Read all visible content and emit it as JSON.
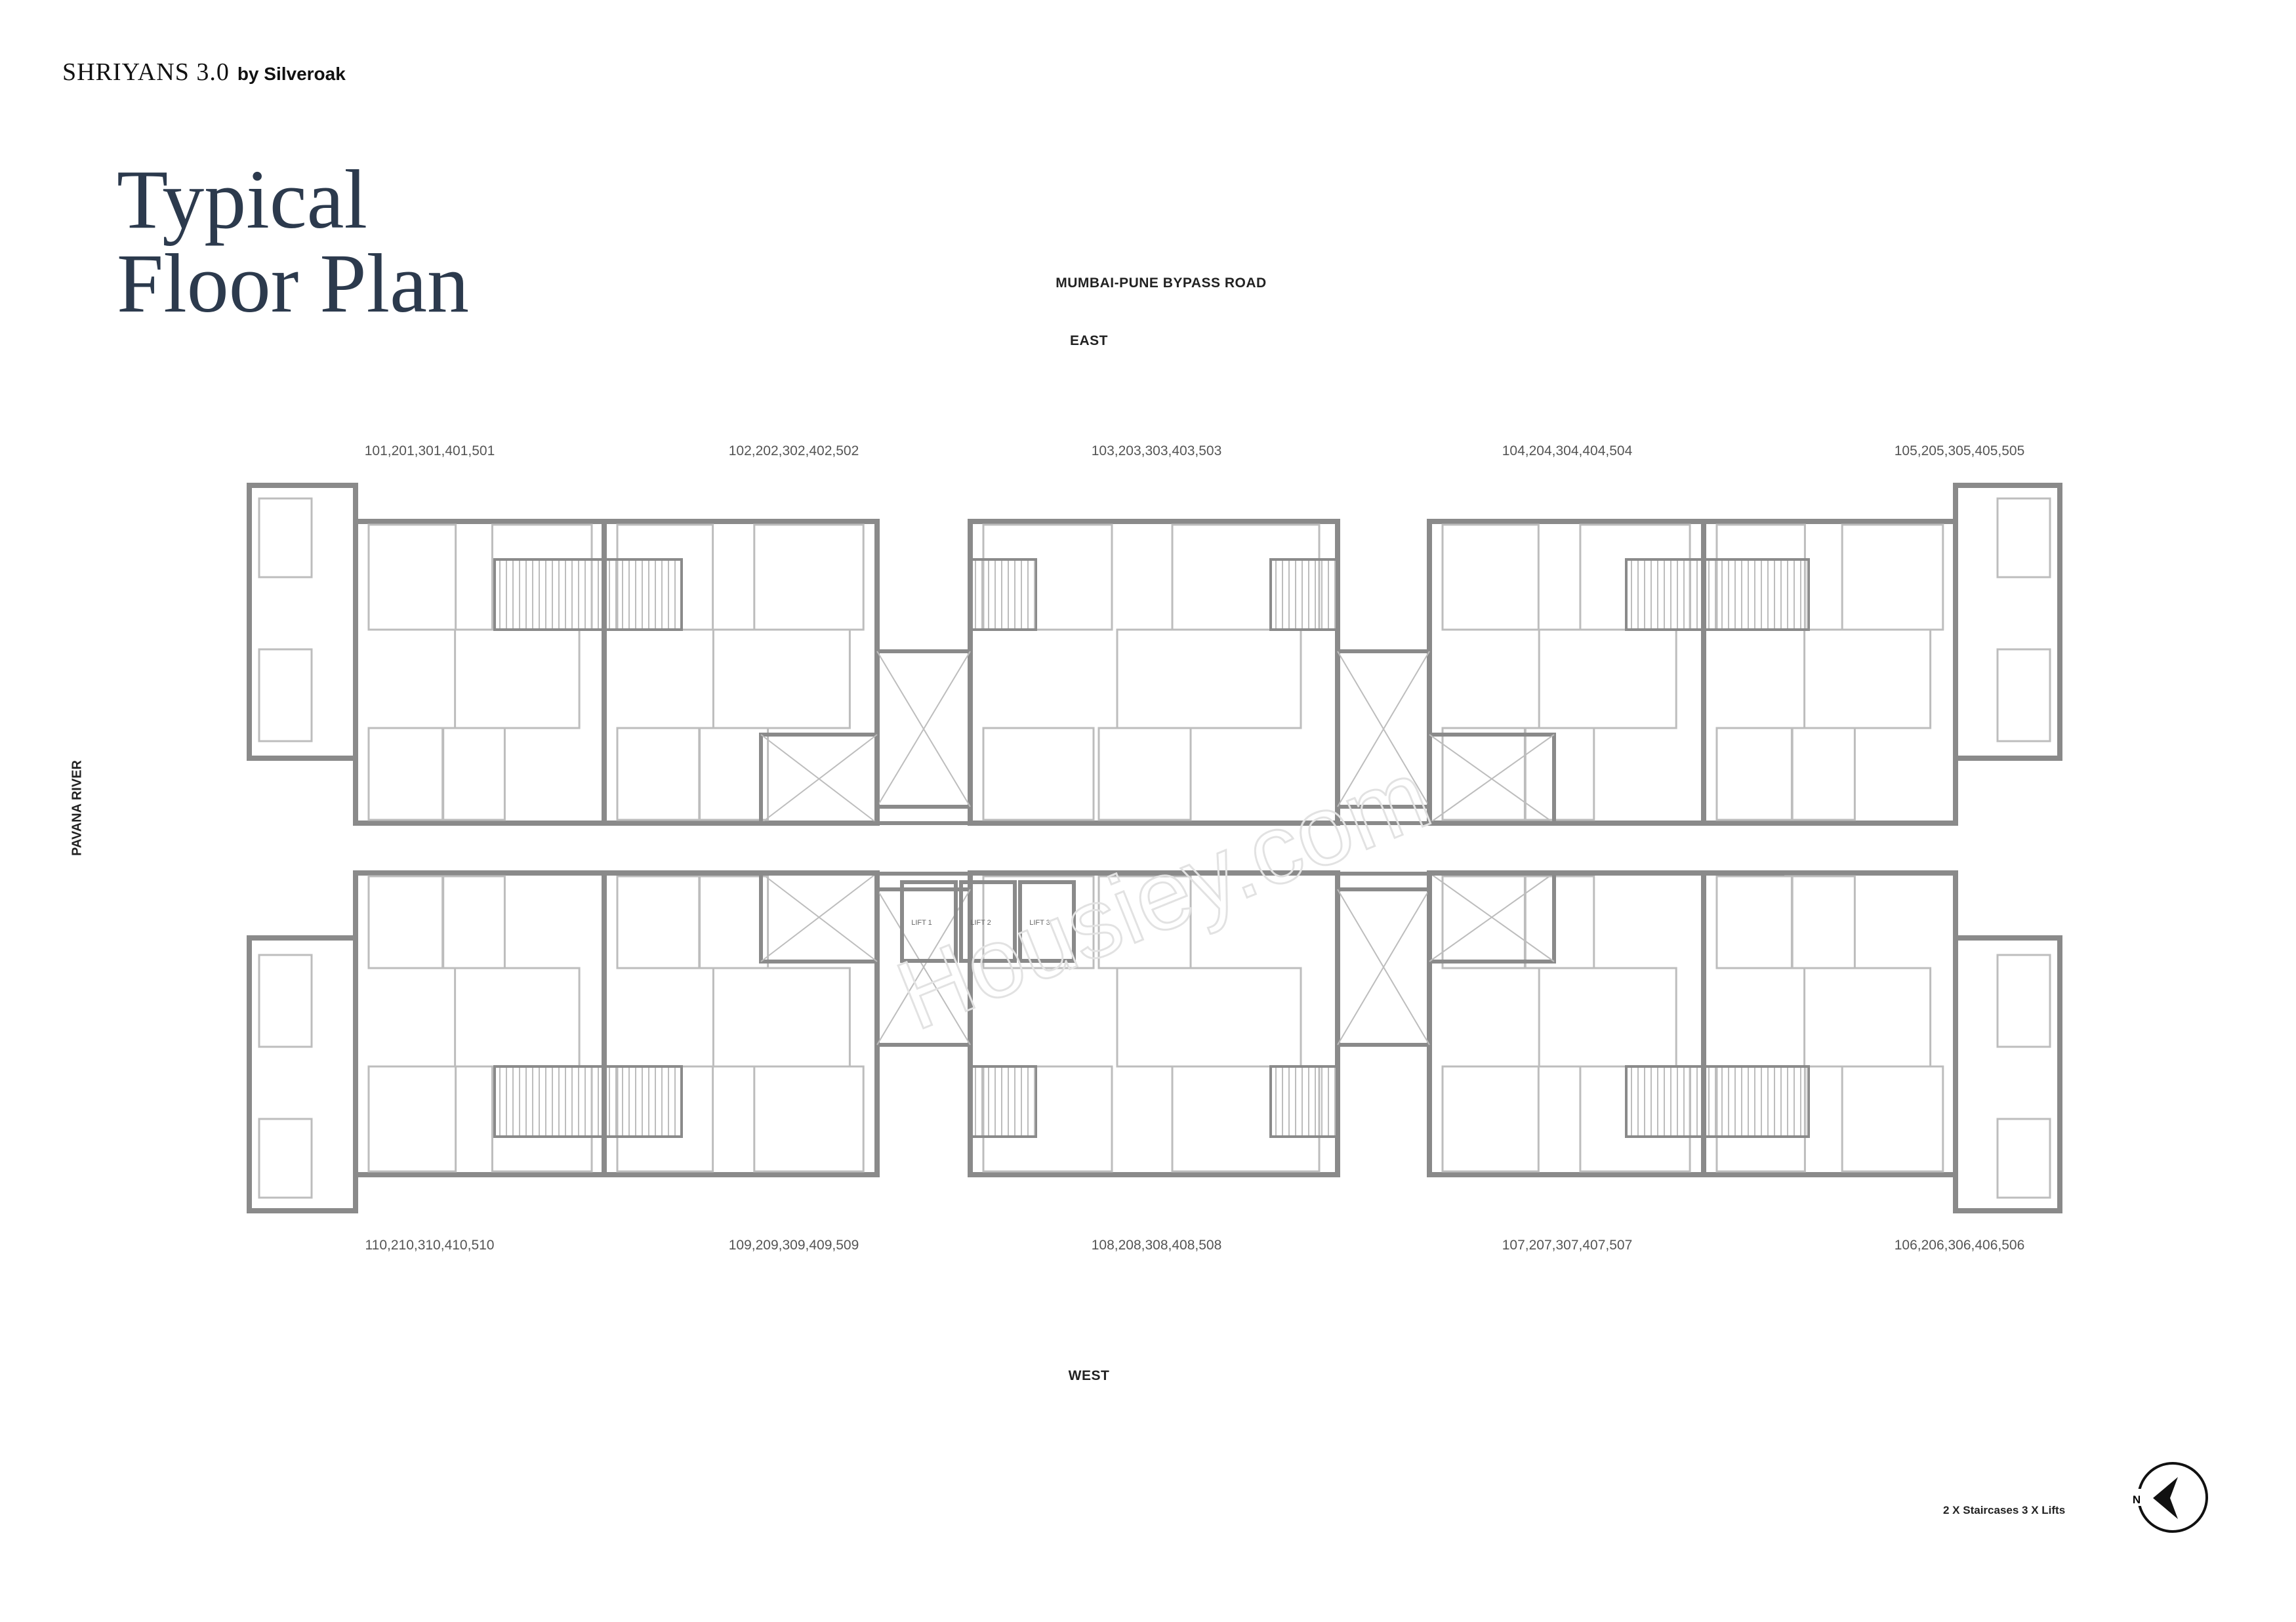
{
  "brand": {
    "name": "SHRIYANS 3.0",
    "by": "by Silveroak"
  },
  "title": {
    "line1": "Typical",
    "line2": "Floor Plan"
  },
  "directions": {
    "road": "MUMBAI-PUNE   BYPASS ROAD",
    "east": "EAST",
    "west": "WEST",
    "river": "PAVANA RIVER",
    "north": "N"
  },
  "units_top": [
    "101,201,301,401,501",
    "102,202,302,402,502",
    "103,203,303,403,503",
    "104,204,304,404,504",
    "105,205,305,405,505"
  ],
  "units_bottom": [
    "110,210,310,410,510",
    "109,209,309,409,509",
    "108,208,308,408,508",
    "107,207,307,407,507",
    "106,206,306,406,506"
  ],
  "lifts": [
    "LIFT 1",
    "LIFT 2",
    "LIFT 3"
  ],
  "legend": "2 X Staircases  3 X Lifts",
  "watermark": "Housiey.com",
  "colors": {
    "title": "#2c3a4d",
    "walls": "#8a8a8a",
    "lines": "#bdbdbd"
  }
}
